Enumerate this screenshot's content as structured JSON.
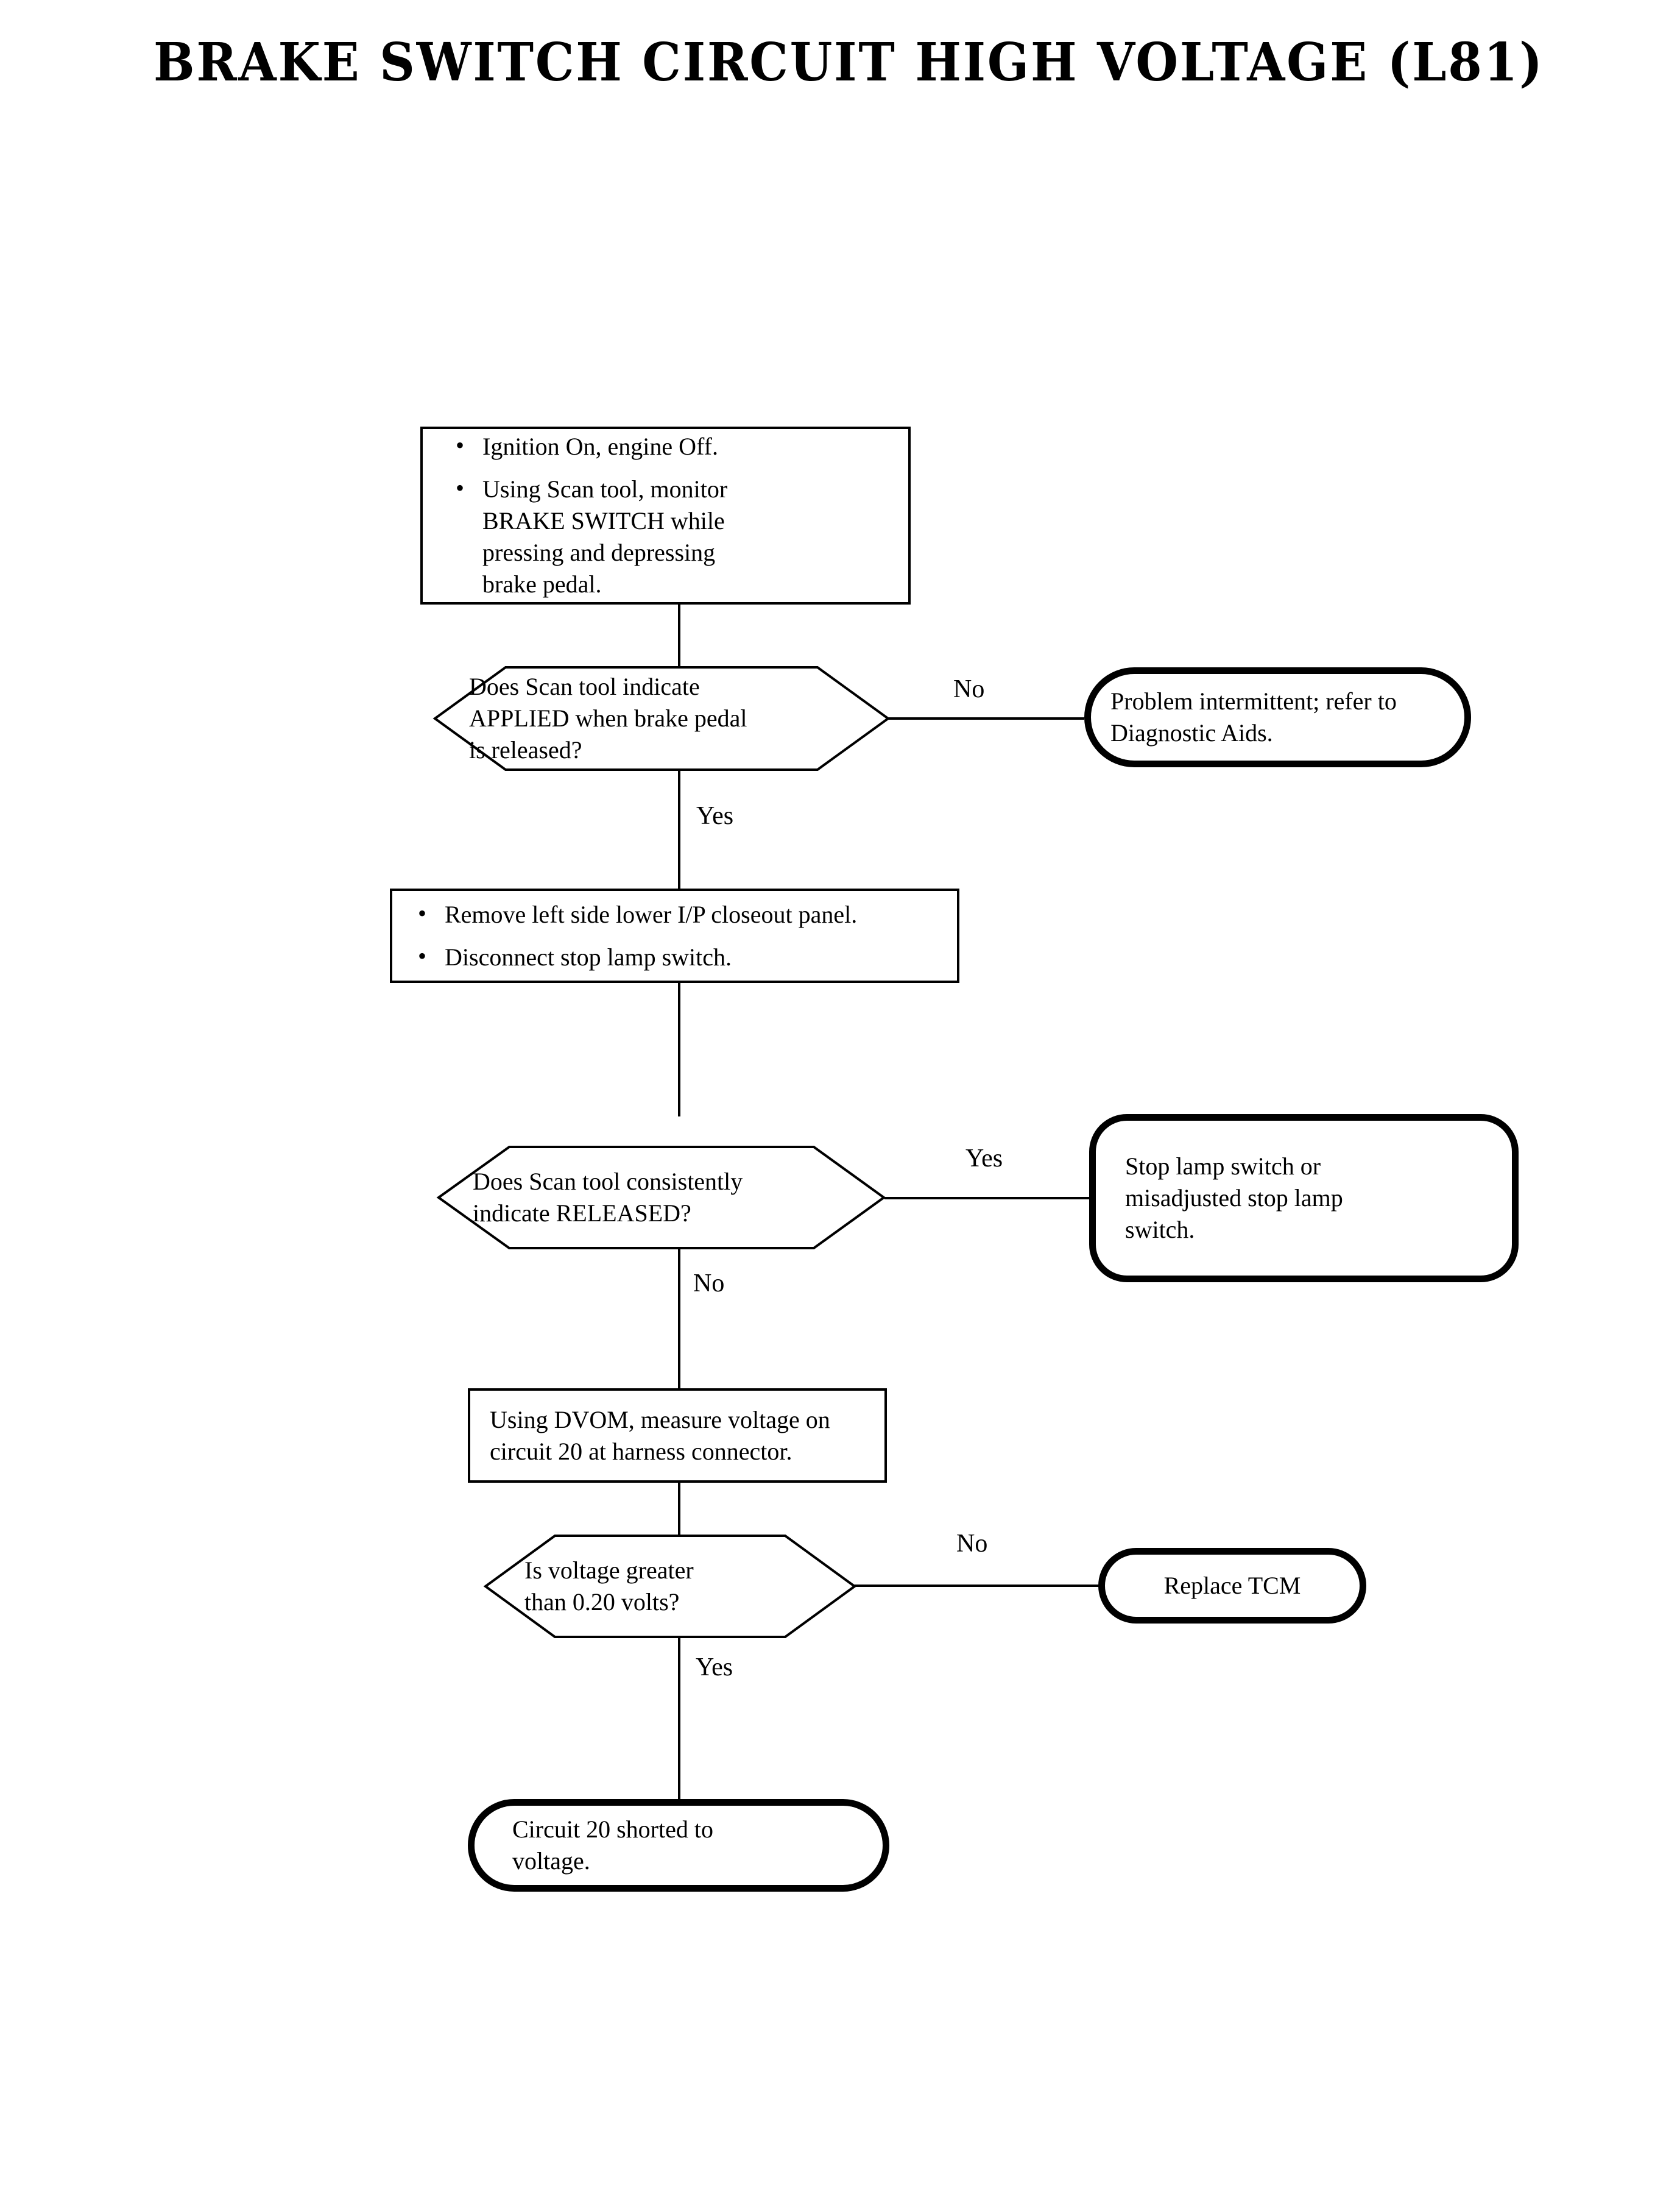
{
  "title": "BRAKE SWITCH CIRCUIT HIGH VOLTAGE (L81)",
  "colors": {
    "ink": "#000000",
    "paper": "#ffffff"
  },
  "nodes": {
    "step1": {
      "type": "process",
      "bullets": [
        "Ignition On, engine Off.",
        "Using Scan tool, monitor BRAKE SWITCH while pressing and depressing brake pedal."
      ]
    },
    "decision1": {
      "type": "decision",
      "text": "Does Scan tool indicate APPLIED when brake pedal is released?",
      "yes_label": "Yes",
      "no_label": "No"
    },
    "result1": {
      "type": "terminator",
      "text": "Problem intermittent; refer to Diagnostic Aids."
    },
    "step2": {
      "type": "process",
      "bullets": [
        "Remove left side lower I/P closeout panel.",
        "Disconnect stop lamp switch."
      ]
    },
    "decision2": {
      "type": "decision",
      "text": "Does Scan tool consistently indicate RELEASED?",
      "yes_label": "Yes",
      "no_label": "No"
    },
    "result2": {
      "type": "terminator",
      "text": "Stop lamp switch or misadjusted stop lamp switch."
    },
    "step3": {
      "type": "process",
      "text": "Using DVOM, measure voltage on circuit 20 at harness connector."
    },
    "decision3": {
      "type": "decision",
      "text": "Is voltage greater than 0.20 volts?",
      "yes_label": "Yes",
      "no_label": "No"
    },
    "result3": {
      "type": "terminator",
      "text": "Replace TCM"
    },
    "result4": {
      "type": "terminator",
      "text": "Circuit 20 shorted to voltage."
    }
  }
}
